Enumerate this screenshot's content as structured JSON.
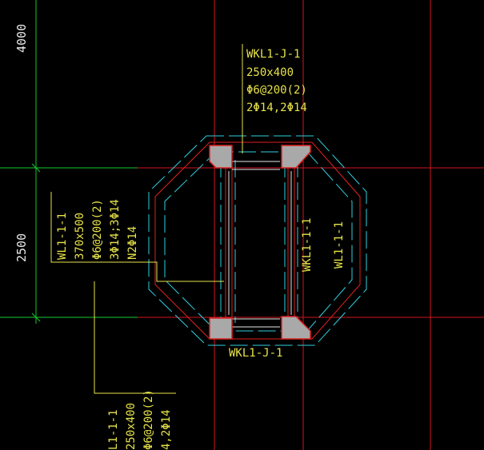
{
  "colors": {
    "background": "#000000",
    "axis_line": "#d4141e",
    "dim_line": "#17c82e",
    "outline": "#2fd0e0",
    "concrete": "#e02020",
    "column_fill": "#a9a9a9",
    "annotation": "#e6e24a",
    "white_line": "#e8e8e8"
  },
  "dimensions": {
    "top_dim": "4000",
    "mid_dim": "2500"
  },
  "label_top": {
    "name": "WKL1-J-1",
    "size": "250x400",
    "stirrup": "Φ6@200(2)",
    "rebar": "2Φ14,2Φ14"
  },
  "label_left": {
    "name": "WL1-1-1",
    "size": "370x500",
    "stirrup": "Φ6@200(2)",
    "rebar": "3Φ14;3Φ14",
    "side": "N2Φ14"
  },
  "label_right_1": "WKL1-1-1",
  "label_right_2": "WL1-1-1",
  "label_bottom": "WKL1-J-1",
  "label_corner": {
    "name": "L1-1-1",
    "size": "250x400",
    "stirrup": "Φ6@200(2)",
    "rebar": "4,2Φ14"
  }
}
